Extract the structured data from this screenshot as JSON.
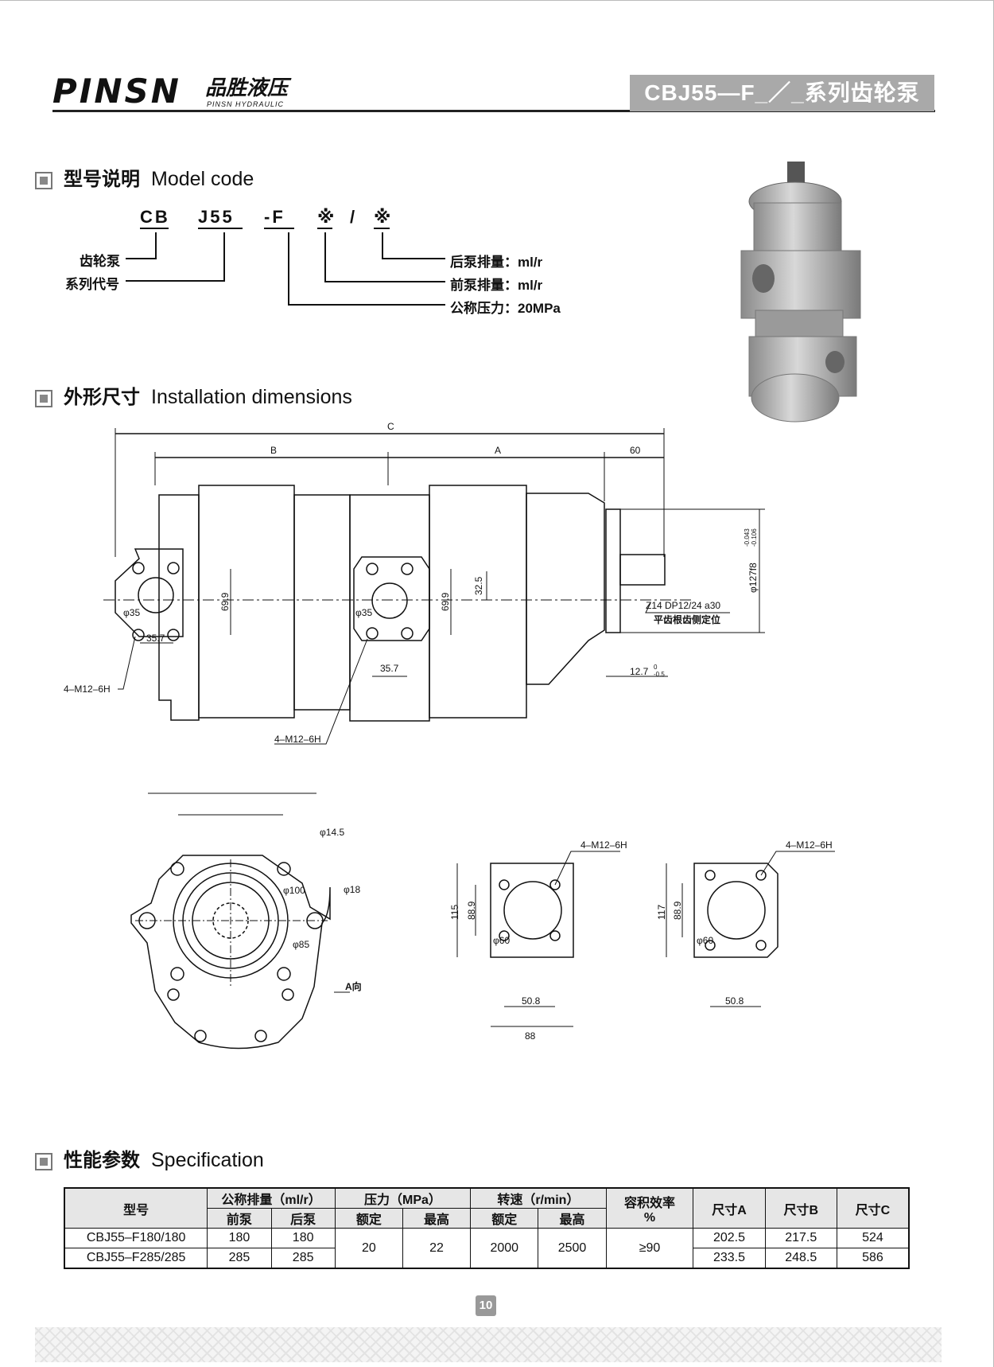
{
  "header": {
    "logo_text": "PINSN",
    "logo_cn": "品胜液压",
    "logo_en": "PINSN HYDRAULIC",
    "title": "CBJ55—F_／_系列齿轮泵"
  },
  "model_code": {
    "heading_cn": "型号说明",
    "heading_en": "Model code",
    "parts": [
      "CB",
      "J55",
      "-F",
      "※",
      "/",
      "※"
    ],
    "labels_left": [
      "齿轮泵",
      "系列代号"
    ],
    "labels_right": [
      "后泵排量：ml/r",
      "前泵排量：ml/r",
      "公称压力：20MPa"
    ]
  },
  "installation": {
    "heading_cn": "外形尺寸",
    "heading_en": "Installation dimensions",
    "side_view": {
      "dim_c": "C",
      "dim_b": "B",
      "dim_a": "A",
      "dim_60": "60",
      "d35_left": "φ35",
      "d357_left": "35.7",
      "d699_left": "69.9",
      "d35_mid": "φ35",
      "d699_mid": "69.9",
      "d325": "32.5",
      "d357_mid": "35.7",
      "thread_left": "4–M12–6H",
      "thread_mid": "4–M12–6H",
      "spline": "Z14  DP12/24  a30",
      "spline_cn": "平齿根齿侧定位",
      "pilot": "φ127f8",
      "pilot_tol_upper": "-0.043",
      "pilot_tol_lower": "-0.106",
      "d127": "12.7",
      "d127_tol_upper": "0",
      "d127_tol_lower": "-0.5"
    },
    "front_view": {
      "d145": "φ14.5",
      "d18": "φ18",
      "d100": "φ100",
      "d85": "φ85",
      "arrow": "A向"
    },
    "port_left": {
      "thread": "4–M12–6H",
      "h115": "115",
      "h889": "88.9",
      "d60": "φ60",
      "w508": "50.8",
      "w88": "88"
    },
    "port_right": {
      "thread": "4–M12–6H",
      "h117": "117",
      "h889": "88.9",
      "d60": "φ60",
      "w508": "50.8"
    }
  },
  "specification": {
    "heading_cn": "性能参数",
    "heading_en": "Specification",
    "headers": {
      "model": "型号",
      "displacement": "公称排量（ml/r）",
      "front": "前泵",
      "rear": "后泵",
      "pressure": "压力（MPa）",
      "rated": "额定",
      "max": "最高",
      "speed": "转速（r/min）",
      "speed_rated": "额定",
      "speed_max": "最高",
      "efficiency": "容积效率",
      "efficiency_unit": "%",
      "dim_a": "尺寸A",
      "dim_b": "尺寸B",
      "dim_c": "尺寸C"
    },
    "shared": {
      "pressure_rated": "20",
      "pressure_max": "22",
      "speed_rated": "2000",
      "speed_max": "2500",
      "efficiency": "≥90"
    },
    "rows": [
      {
        "model": "CBJ55–F180/180",
        "front": "180",
        "rear": "180",
        "a": "202.5",
        "b": "217.5",
        "c": "524"
      },
      {
        "model": "CBJ55–F285/285",
        "front": "285",
        "rear": "285",
        "a": "233.5",
        "b": "248.5",
        "c": "586"
      }
    ]
  },
  "page_number": "10"
}
